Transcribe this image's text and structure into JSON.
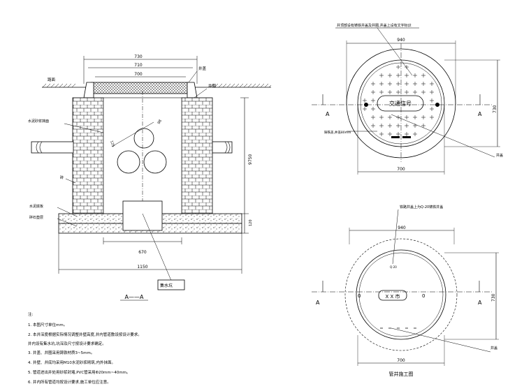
{
  "section": {
    "dims": {
      "top1": "730",
      "top2": "710",
      "top3": "700",
      "bottom_inner": "670",
      "bottom_total": "1150",
      "height": "9750",
      "depth": "120"
    },
    "labels": {
      "road": "路面",
      "well_cover": "井盖",
      "well_ring": "井圈",
      "cement_mortar": "水泥砂浆抹面",
      "brick": "砖",
      "cement_base": "水泥底板",
      "gravel": "碎石垫层",
      "sump": "集水坑",
      "pipe_dia_small": "98",
      "pipe_dia_large": "125"
    },
    "caption": "A——A"
  },
  "plan_top": {
    "callout": "井顶部设有铸铁井盖及井圈,井盖上设有文字标识",
    "dims": {
      "width": "940",
      "inner": "700",
      "height": "730"
    },
    "cover_text": "交通信号",
    "mark_a_left": "A",
    "mark_a_right": "A",
    "side_label": "井盖",
    "note_label": "铸铁盖,井盖80mm"
  },
  "plan_bottom": {
    "callout": "铁路井盖上为Q-20铸铁井盖",
    "dims": {
      "width": "940",
      "inner": "700",
      "height": "730"
    },
    "cover_text": "X X 市",
    "small_mark": "Q-20",
    "o_left": "0",
    "o_right": "0",
    "mark_a_left": "A",
    "mark_a_right": "A",
    "side_label": "井盖",
    "caption": "管井施工图"
  },
  "notes": [
    "注:",
    "1. 本图尺寸单位mm。",
    "2. 本井深度根据实际情况调整井壁高度,井内管道敷设按设计要求。",
    "   井内设有集水坑,坑深及尺寸按设计要求确定。",
    "3. 井盖、井圈采用铸铁材质3~5mm。",
    "4. 井壁、井底均采用M10水泥砂浆砌筑,内外抹面。",
    "5. 管道进出井处用砂浆封堵,PVC管采用Φ20mm~40mm。",
    "6. 井内所有管道均按设计要求,施工单位应注意。"
  ]
}
